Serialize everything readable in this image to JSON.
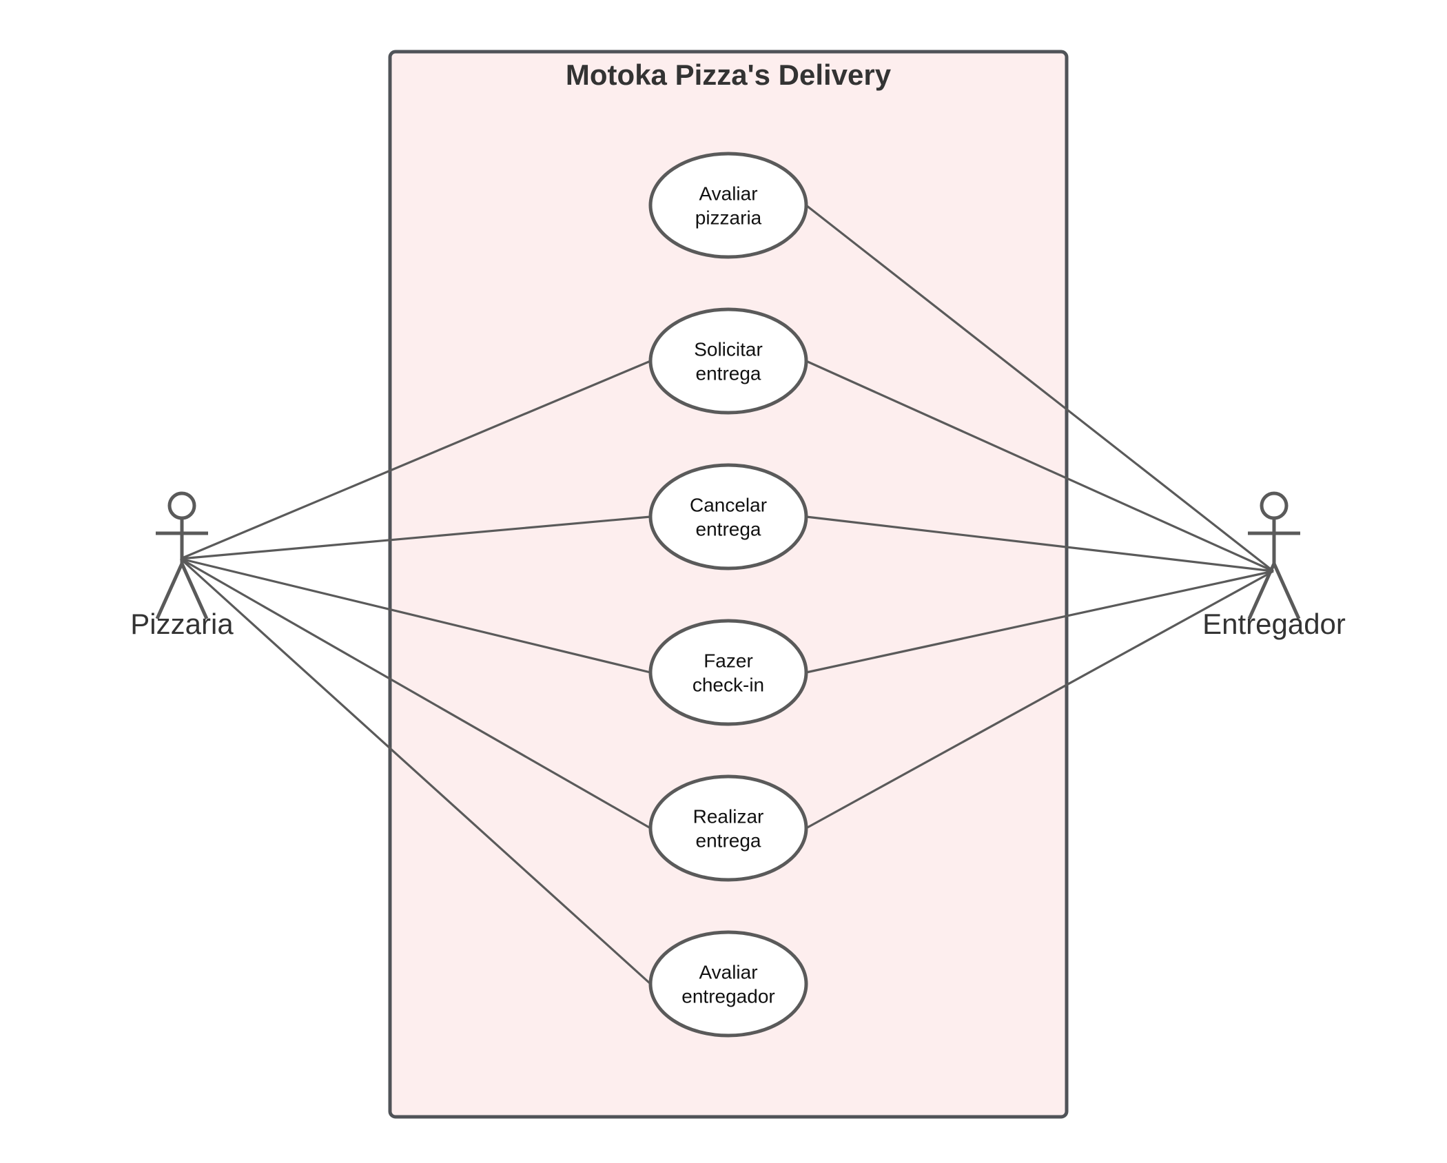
{
  "diagram": {
    "type": "uml-use-case",
    "system": {
      "title": "Motoka Pizza's Delivery"
    },
    "actors": [
      {
        "id": "pizzaria",
        "name": "Pizzaria"
      },
      {
        "id": "entregador",
        "name": "Entregador"
      }
    ],
    "use_cases": [
      {
        "id": "avaliar-pizzaria",
        "lines": [
          "Avaliar",
          "pizzaria"
        ]
      },
      {
        "id": "solicitar-entrega",
        "lines": [
          "Solicitar",
          "entrega"
        ]
      },
      {
        "id": "cancelar-entrega",
        "lines": [
          "Cancelar",
          "entrega"
        ]
      },
      {
        "id": "fazer-check-in",
        "lines": [
          "Fazer",
          "check-in"
        ]
      },
      {
        "id": "realizar-entrega",
        "lines": [
          "Realizar",
          "entrega"
        ]
      },
      {
        "id": "avaliar-entregador",
        "lines": [
          "Avaliar",
          "entregador"
        ]
      }
    ],
    "associations": [
      {
        "actor": "pizzaria",
        "use_case": "solicitar-entrega"
      },
      {
        "actor": "pizzaria",
        "use_case": "cancelar-entrega"
      },
      {
        "actor": "pizzaria",
        "use_case": "fazer-check-in"
      },
      {
        "actor": "pizzaria",
        "use_case": "realizar-entrega"
      },
      {
        "actor": "pizzaria",
        "use_case": "avaliar-entregador"
      },
      {
        "actor": "entregador",
        "use_case": "avaliar-pizzaria"
      },
      {
        "actor": "entregador",
        "use_case": "solicitar-entrega"
      },
      {
        "actor": "entregador",
        "use_case": "cancelar-entrega"
      },
      {
        "actor": "entregador",
        "use_case": "fazer-check-in"
      },
      {
        "actor": "entregador",
        "use_case": "realizar-entrega"
      }
    ],
    "colors": {
      "system_fill": "#fdeeee",
      "system_stroke": "#505358",
      "line": "#5a5a5a",
      "text": "#333333"
    }
  }
}
